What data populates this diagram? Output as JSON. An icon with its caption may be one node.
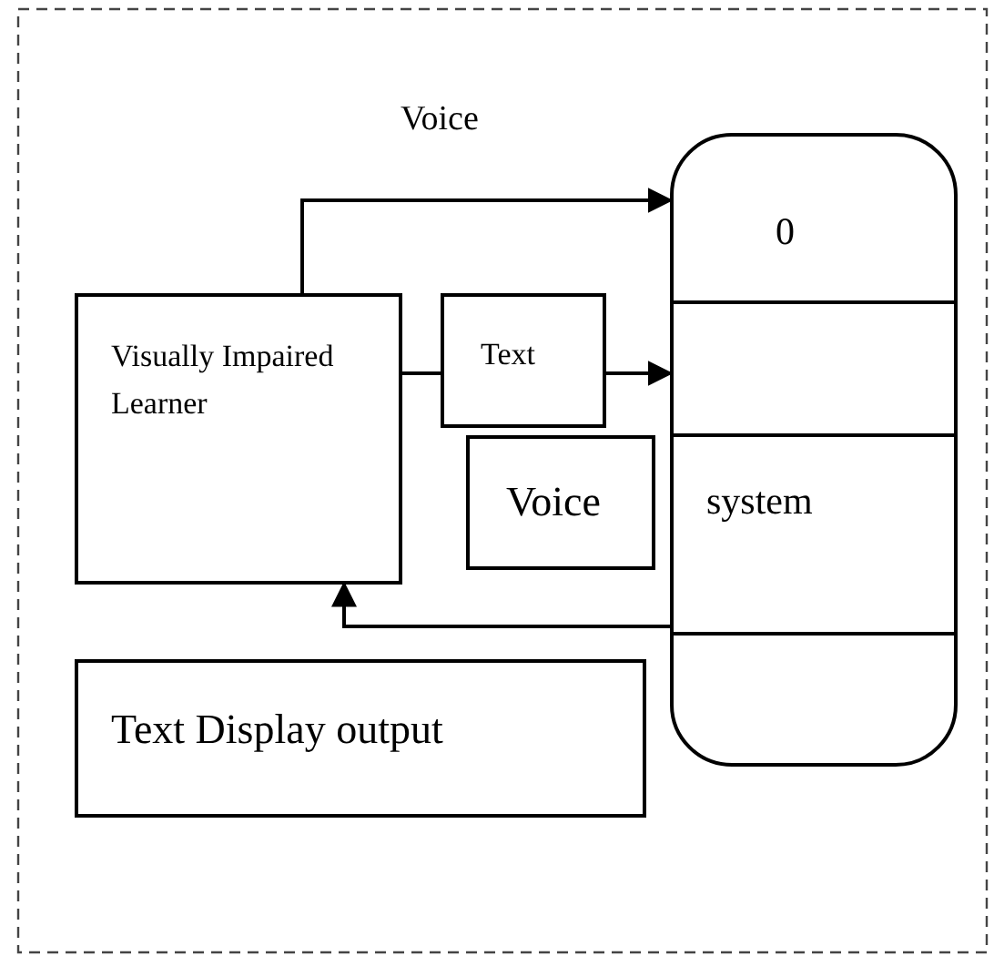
{
  "diagram": {
    "nodes": [
      {
        "text": [
          "Visually Impaired Learner"
        ]
      },
      {
        "text": [
          "Text"
        ]
      },
      {
        "text": [
          "Voice"
        ]
      },
      {
        "text": [
          "0",
          "system"
        ]
      },
      {
        "text": [
          "Text Display output"
        ]
      }
    ],
    "edges": [
      {
        "from": 0,
        "to": 3,
        "arrow": "to",
        "label": "Voice"
      },
      {
        "from": 0,
        "to": 1,
        "arrow": "none"
      },
      {
        "from": 1,
        "to": 3,
        "arrow": "to"
      },
      {
        "from": 3,
        "to": 0,
        "arrow": "to"
      }
    ]
  }
}
